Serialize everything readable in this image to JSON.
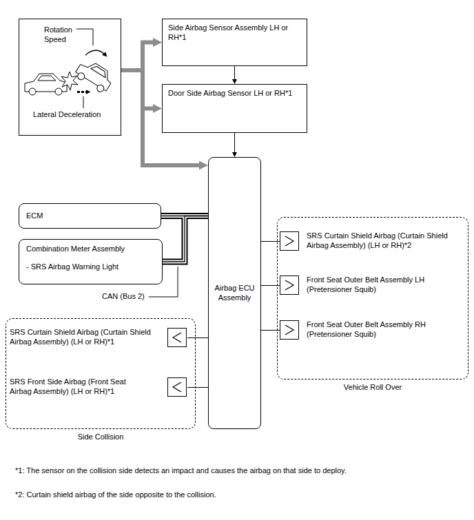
{
  "diagram": {
    "nodes": [
      {
        "text": [
          "Rotation Speed",
          "Lateral Deceleration"
        ]
      },
      {
        "text": [
          "Side Airbag Sensor Assembly LH or RH*1"
        ]
      },
      {
        "text": [
          "Door Side Airbag Sensor LH or RH*1"
        ]
      },
      {
        "text": [
          "ECM"
        ]
      },
      {
        "text": [
          "Combination Meter Assembly",
          "- SRS Airbag Warning Light"
        ]
      },
      {
        "text": [
          "Airbag ECU Assembly"
        ]
      },
      {
        "text": [
          "Vehicle Roll Over"
        ]
      },
      {
        "text": [
          "SRS Curtain Shield Airbag (Curtain Shield Airbag Assembly) (LH or RH)*2"
        ],
        "in": 6
      },
      {
        "text": [
          "Front Seat Outer Belt Assembly LH (Pretensioner Squib)"
        ],
        "in": 6
      },
      {
        "text": [
          "Front Seat Outer Belt Assembly RH (Pretensioner Squib)"
        ],
        "in": 6
      },
      {
        "text": [
          "Side Collision"
        ]
      },
      {
        "text": [
          "SRS Curtain Shield Airbag (Curtain Shield Airbag Assembly) (LH or RH)*1"
        ],
        "in": 10
      },
      {
        "text": [
          "SRS Front Side Airbag (Front Seat Airbag Assembly) (LH or RH)*1"
        ],
        "in": 10
      }
    ],
    "edges": [
      {
        "from": 0,
        "to": 1,
        "arrow": "to"
      },
      {
        "from": 0,
        "to": 2,
        "arrow": "to"
      },
      {
        "from": 0,
        "to": 5,
        "arrow": "to"
      },
      {
        "from": 1,
        "to": 2,
        "arrow": "to"
      },
      {
        "from": 2,
        "to": 5,
        "arrow": "to"
      },
      {
        "from": 3,
        "to": 5,
        "arrow": "none"
      },
      {
        "from": 4,
        "to": 5,
        "arrow": "none"
      },
      {
        "from": 5,
        "to": 7,
        "arrow": "none"
      },
      {
        "from": 5,
        "to": 8,
        "arrow": "none"
      },
      {
        "from": 5,
        "to": 9,
        "arrow": "none"
      },
      {
        "from": 5,
        "to": 11,
        "arrow": "none"
      },
      {
        "from": 5,
        "to": 12,
        "arrow": "none"
      }
    ],
    "labels": [
      "CAN (Bus 2)",
      "*1: The sensor on the collision side detects an impact and causes the airbag on that side to deploy.",
      "*2: Curtain shield airbag of the side opposite to the collision."
    ]
  }
}
